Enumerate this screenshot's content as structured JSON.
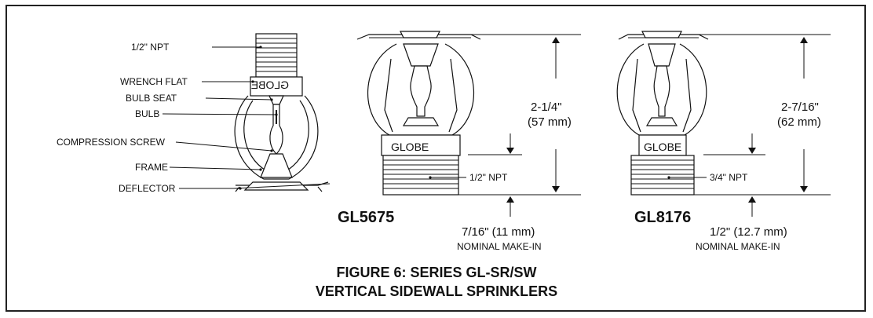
{
  "figure": {
    "title_line1": "FIGURE 6:  SERIES GL-SR/SW",
    "title_line2": "VERTICAL SIDEWALL SPRINKLERS"
  },
  "left_sprinkler": {
    "brand": "GLOBE",
    "labels": {
      "npt": "1/2\" NPT",
      "wrench_flat": "WRENCH FLAT",
      "bulb_seat": "BULB SEAT",
      "bulb": "BULB",
      "compression_screw": "COMPRESSION SCREW",
      "frame": "FRAME",
      "deflector": "DEFLECTOR"
    }
  },
  "gl5675": {
    "model": "GL5675",
    "brand": "GLOBE",
    "thread": "1/2\" NPT",
    "height_in": "2-1/4\"",
    "height_mm": "(57 mm)",
    "makein": "7/16\" (11 mm)",
    "makein_label": "NOMINAL MAKE-IN"
  },
  "gl8176": {
    "model": "GL8176",
    "brand": "GLOBE",
    "thread": "3/4\" NPT",
    "height_in": "2-7/16\"",
    "height_mm": "(62 mm)",
    "makein": "1/2\" (12.7 mm)",
    "makein_label": "NOMINAL MAKE-IN"
  }
}
